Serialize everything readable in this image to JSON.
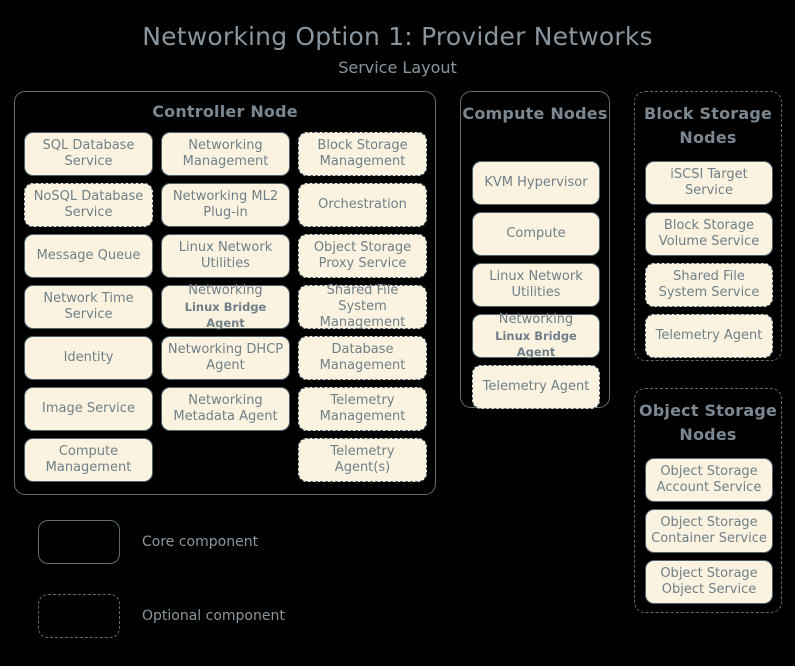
{
  "header": {
    "title": "Networking Option 1: Provider Networks",
    "subtitle": "Service Layout"
  },
  "controller_node": {
    "title": "Controller Node",
    "optional": false,
    "services": [
      {
        "label": "SQL Database Service",
        "optional": false
      },
      {
        "label": "Networking Management",
        "optional": false
      },
      {
        "label": "Block Storage Management",
        "optional": true
      },
      {
        "label": "NoSQL Database Service",
        "optional": true
      },
      {
        "label": "Networking ML2 Plug-in",
        "optional": false
      },
      {
        "label": "Orchestration",
        "optional": true
      },
      {
        "label": "Message Queue",
        "optional": false
      },
      {
        "label": "Linux Network Utilities",
        "optional": false
      },
      {
        "label": "Object Storage Proxy Service",
        "optional": true
      },
      {
        "label": "Network Time Service",
        "optional": false
      },
      {
        "label": "Networking",
        "sublabel": "Linux Bridge Agent",
        "optional": false
      },
      {
        "label": "Shared File System Management",
        "optional": true
      },
      {
        "label": "Identity",
        "optional": false
      },
      {
        "label": "Networking DHCP Agent",
        "optional": false
      },
      {
        "label": "Database Management",
        "optional": true
      },
      {
        "label": "Image Service",
        "optional": false
      },
      {
        "label": "Networking Metadata Agent",
        "optional": false
      },
      {
        "label": "Telemetry Management",
        "optional": true
      },
      {
        "label": "Compute Management",
        "optional": false
      },
      {
        "label": "",
        "empty": true,
        "optional": false
      },
      {
        "label": "Telemetry Agent(s)",
        "optional": true
      }
    ]
  },
  "compute_nodes": {
    "title": "Compute Nodes",
    "optional": false,
    "services": [
      {
        "label": "KVM Hypervisor",
        "optional": false
      },
      {
        "label": "Compute",
        "optional": false
      },
      {
        "label": "Linux Network Utilities",
        "optional": false
      },
      {
        "label": "Networking",
        "sublabel": "Linux Bridge Agent",
        "optional": false
      },
      {
        "label": "Telemetry Agent",
        "optional": true
      }
    ]
  },
  "block_storage_nodes": {
    "title": "Block Storage Nodes",
    "optional": true,
    "services": [
      {
        "label": "iSCSI Target Service",
        "optional": false
      },
      {
        "label": "Block Storage Volume Service",
        "optional": false
      },
      {
        "label": "Shared File System Service",
        "optional": true
      },
      {
        "label": "Telemetry Agent",
        "optional": true
      }
    ]
  },
  "object_storage_nodes": {
    "title": "Object Storage Nodes",
    "optional": true,
    "services": [
      {
        "label": "Object Storage Account Service",
        "optional": false
      },
      {
        "label": "Object Storage Container Service",
        "optional": false
      },
      {
        "label": "Object Storage Object Service",
        "optional": false
      }
    ]
  },
  "legend": {
    "core_label": "Core component",
    "optional_label": "Optional component"
  },
  "colors": {
    "background": "#000000",
    "box_fill": "#fbf3e0",
    "box_border": "#4f626e",
    "container_border": "#5d6d78",
    "text": "#6f8089",
    "title_text": "#8a969f"
  }
}
